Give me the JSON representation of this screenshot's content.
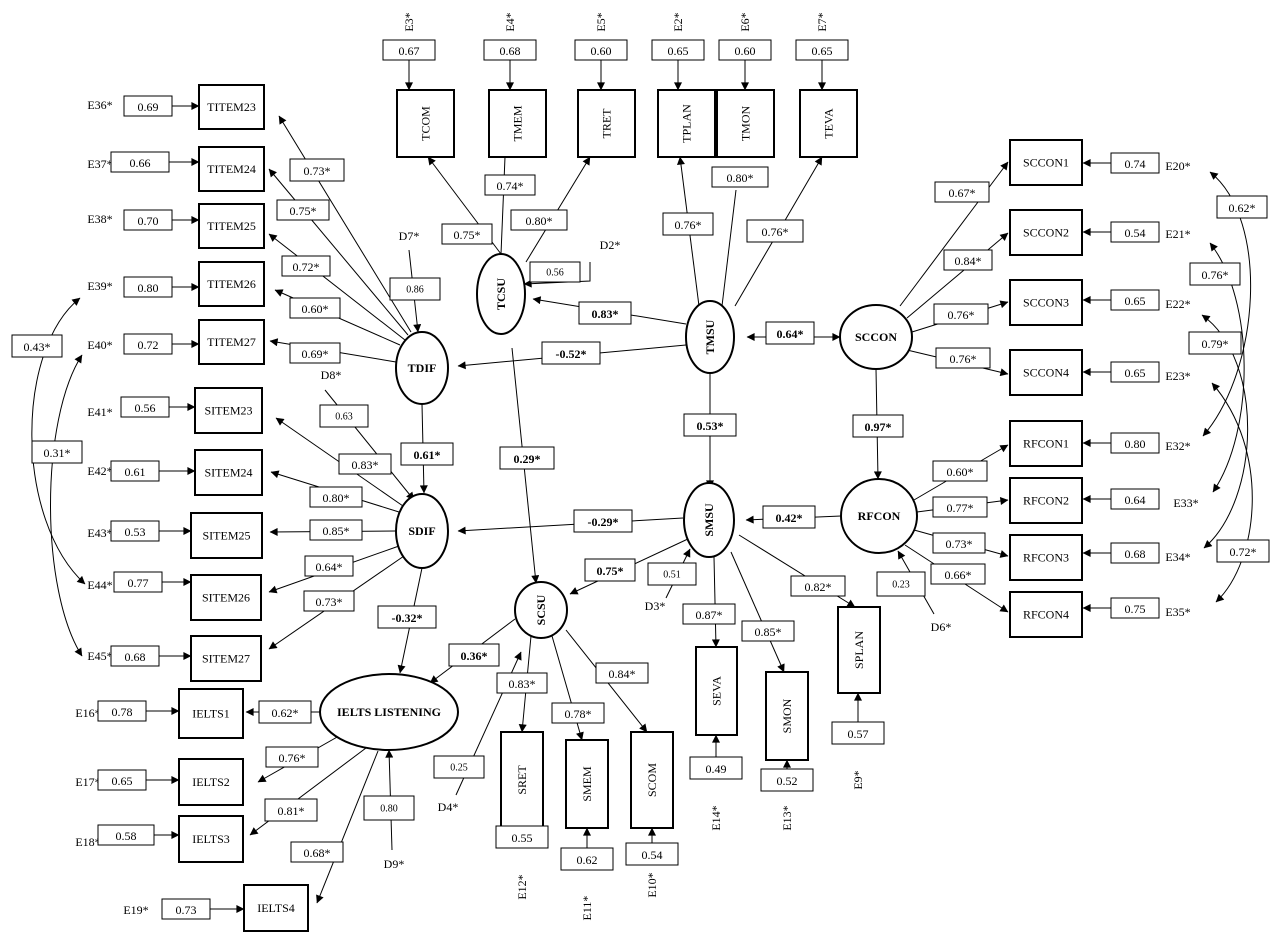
{
  "latents": {
    "tcsu": "TCSU",
    "tmsu": "TMSU",
    "tdif": "TDIF",
    "sdif": "SDIF",
    "smsu": "SMSU",
    "scsu": "SCSU",
    "scon": "SCCON",
    "rfcon": "RFCON",
    "ielts": "IELTS LISTENING"
  },
  "indicators": {
    "tcom": "TCOM",
    "tmem": "TMEM",
    "tret": "TRET",
    "tplan": "TPLAN",
    "tmon": "TMON",
    "teva": "TEVA",
    "titem23": "TITEM23",
    "titem24": "TITEM24",
    "titem25": "TITEM25",
    "titem26": "TITEM26",
    "titem27": "TITEM27",
    "sitem23": "SITEM23",
    "sitem24": "SITEM24",
    "sitem25": "SITEM25",
    "sitem26": "SITEM26",
    "sitem27": "SITEM27",
    "ielts1": "IELTS1",
    "ielts2": "IELTS2",
    "ielts3": "IELTS3",
    "ielts4": "IELTS4",
    "sret": "SRET",
    "smem": "SMEM",
    "scom": "SCOM",
    "seva": "SEVA",
    "smon": "SMON",
    "splan": "SPLAN",
    "sccon1": "SCCON1",
    "sccon2": "SCCON2",
    "sccon3": "SCCON3",
    "sccon4": "SCCON4",
    "rfcon1": "RFCON1",
    "rfcon2": "RFCON2",
    "rfcon3": "RFCON3",
    "rfcon4": "RFCON4"
  },
  "errors": {
    "e3": {
      "label": "E3*",
      "value": "0.67"
    },
    "e4": {
      "label": "E4*",
      "value": "0.68"
    },
    "e5": {
      "label": "E5*",
      "value": "0.60"
    },
    "e2": {
      "label": "E2*",
      "value": "0.65"
    },
    "e6": {
      "label": "E6*",
      "value": "0.60"
    },
    "e7": {
      "label": "E7*",
      "value": "0.65"
    },
    "e36": {
      "label": "E36*",
      "value": "0.69"
    },
    "e37": {
      "label": "E37*",
      "value": "0.66"
    },
    "e38": {
      "label": "E38*",
      "value": "0.70"
    },
    "e39": {
      "label": "E39*",
      "value": "0.80"
    },
    "e40": {
      "label": "E40*",
      "value": "0.72"
    },
    "e41": {
      "label": "E41*",
      "value": "0.56"
    },
    "e42": {
      "label": "E42*",
      "value": "0.61"
    },
    "e43": {
      "label": "E43*",
      "value": "0.53"
    },
    "e44": {
      "label": "E44*",
      "value": "0.77"
    },
    "e45": {
      "label": "E45*",
      "value": "0.68"
    },
    "e16": {
      "label": "E16*",
      "value": "0.78"
    },
    "e17": {
      "label": "E17*",
      "value": "0.65"
    },
    "e18": {
      "label": "E18*",
      "value": "0.58"
    },
    "e19": {
      "label": "E19*",
      "value": "0.73"
    },
    "e12": {
      "label": "E12*",
      "value": "0.55"
    },
    "e11": {
      "label": "E11*",
      "value": "0.62"
    },
    "e10": {
      "label": "E10*",
      "value": "0.54"
    },
    "e14": {
      "label": "E14*",
      "value": "0.49"
    },
    "e13": {
      "label": "E13*",
      "value": "0.52"
    },
    "e9": {
      "label": "E9*",
      "value": "0.57"
    },
    "e20": {
      "label": "E20*",
      "value": "0.74"
    },
    "e21": {
      "label": "E21*",
      "value": "0.54"
    },
    "e22": {
      "label": "E22*",
      "value": "0.65"
    },
    "e23": {
      "label": "E23*",
      "value": "0.65"
    },
    "e32": {
      "label": "E32*",
      "value": "0.80"
    },
    "e33": {
      "label": "E33*",
      "value": "0.64"
    },
    "e34": {
      "label": "E34*",
      "value": "0.68"
    },
    "e35": {
      "label": "E35*",
      "value": "0.75"
    }
  },
  "disturbances": {
    "d2": {
      "label": "D2*",
      "value": "0.56"
    },
    "d7": {
      "label": "D7*",
      "value": "0.86"
    },
    "d8": {
      "label": "D8*",
      "value": "0.63"
    },
    "d3": {
      "label": "D3*",
      "value": "0.51"
    },
    "d4": {
      "label": "D4*",
      "value": "0.25"
    },
    "d9": {
      "label": "D9*",
      "value": "0.80"
    },
    "d6": {
      "label": "D6*",
      "value": "0.23"
    }
  },
  "loadings": {
    "tcom": "0.75*",
    "tmem": "0.74*",
    "tret": "0.80*",
    "tplan": "0.76*",
    "tmon": "0.80*",
    "teva": "0.76*",
    "titem23": "0.73*",
    "titem24": "0.75*",
    "titem25": "0.72*",
    "titem26": "0.60*",
    "titem27": "0.69*",
    "sitem23": "0.83*",
    "sitem24": "0.80*",
    "sitem25": "0.85*",
    "sitem26": "0.64*",
    "sitem27": "0.73*",
    "ielts1": "0.62*",
    "ielts2": "0.76*",
    "ielts3": "0.81*",
    "ielts4": "0.68*",
    "sret": "0.83*",
    "smem": "0.78*",
    "scom": "0.84*",
    "seva": "0.87*",
    "smon": "0.85*",
    "splan": "0.82*",
    "sccon1": "0.67*",
    "sccon2": "0.84*",
    "sccon3": "0.76*",
    "sccon4": "0.76*",
    "rfcon1": "0.60*",
    "rfcon2": "0.77*",
    "rfcon3": "0.73*",
    "rfcon4": "0.66*"
  },
  "paths": {
    "tmsu_tcsu": "0.83*",
    "tmsu_tdif": "-0.52*",
    "tmsu_sccon": "0.64*",
    "tmsu_smsu": "0.53*",
    "tdif_sdif": "0.61*",
    "tcsu_scsu": "0.29*",
    "sccon_rfcon": "0.97*",
    "rfcon_smsu": "0.42*",
    "smsu_sdif": "-0.29*",
    "smsu_scsu": "0.75*",
    "sdif_ielts": "-0.32*",
    "scsu_ielts": "0.36*"
  },
  "covariances": {
    "e39_e44": "0.43*",
    "e40_e45": "0.31*",
    "e20_e32": "0.62*",
    "e21_e33": "0.76*",
    "e22_e34": "0.79*",
    "e23_e35": "0.72*"
  }
}
